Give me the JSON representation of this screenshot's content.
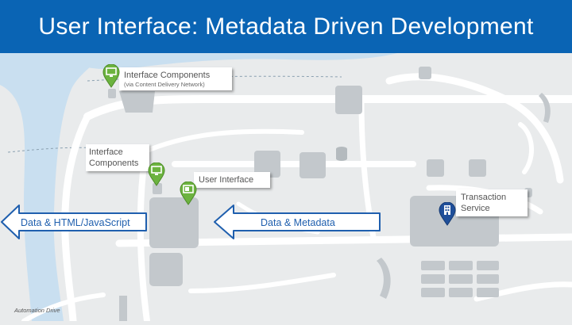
{
  "title": "User Interface: Metadata Driven Development",
  "labels": {
    "ic_top_main": "Interface Components",
    "ic_top_sub": "(via Content Delivery Network)",
    "ic_left_line1": "Interface",
    "ic_left_line2": "Components",
    "ui": "User Interface",
    "ts_line1": "Transaction",
    "ts_line2": "Service"
  },
  "arrows": {
    "left": "Data & HTML/JavaScript",
    "middle": "Data & Metadata"
  },
  "footer": "Automation Drive",
  "colors": {
    "header": "#0a64b4",
    "pin_green": "#6cb33f",
    "pin_blue": "#1f4f9a",
    "arrow_stroke": "#1f5fae",
    "water": "#c9dff0",
    "road": "#ffffff",
    "block": "#c3c8cc"
  }
}
